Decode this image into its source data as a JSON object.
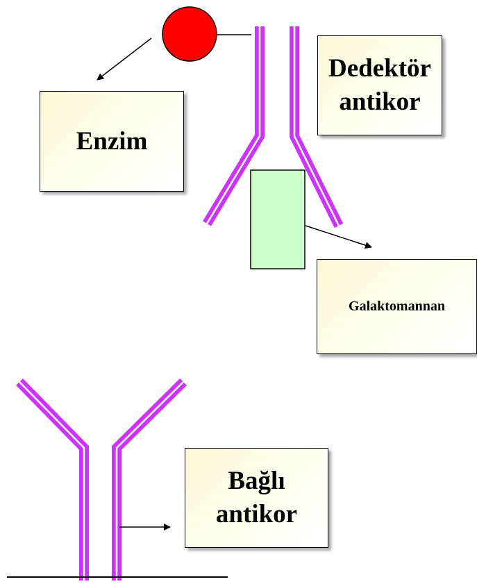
{
  "labels": {
    "enzim": "Enzim",
    "dedektor": "Dedektör\nantikor",
    "galaktomannan": "Galaktomannan",
    "bagli": "Bağlı\nantikor"
  },
  "colors": {
    "antibody": "#cc33ff",
    "enzyme": "#ff0000",
    "antigen": "#ccffcc",
    "label_bg": "#fbf7d6",
    "arrow": "#000000"
  }
}
